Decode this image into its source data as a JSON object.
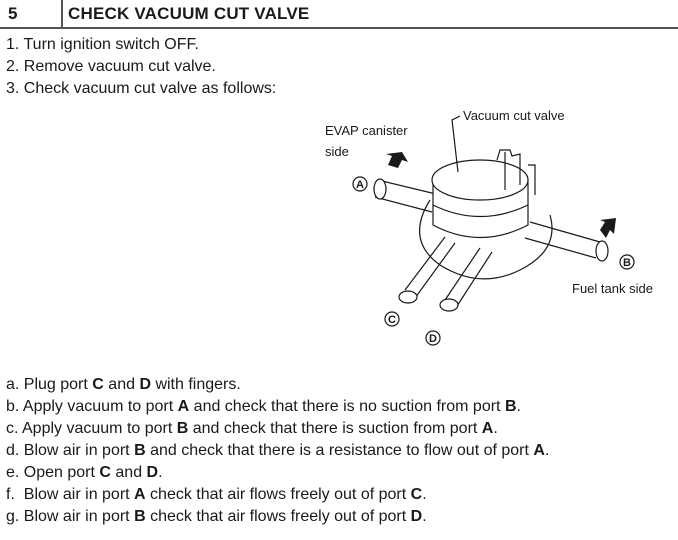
{
  "header": {
    "step": "5",
    "title": "CHECK VACUUM CUT VALVE"
  },
  "steps": [
    "1. Turn ignition switch OFF.",
    "2. Remove vacuum cut valve.",
    "3. Check vacuum cut valve as follows:"
  ],
  "diagram": {
    "label_valve": "Vacuum cut valve",
    "label_evap_1": "EVAP canister",
    "label_evap_2": "side",
    "label_fuel": "Fuel tank side",
    "ports": [
      "A",
      "B",
      "C",
      "D"
    ]
  },
  "checks": [
    {
      "prefix": "a. Plug port ",
      "b1": "C",
      "mid": " and ",
      "b2": "D",
      "suffix": " with fingers."
    },
    {
      "prefix": "b. Apply vacuum to port ",
      "b1": "A",
      "mid": " and check that there is no suction from port ",
      "b2": "B",
      "suffix": "."
    },
    {
      "prefix": "c. Apply vacuum to port ",
      "b1": "B",
      "mid": " and check that there is suction from port ",
      "b2": "A",
      "suffix": "."
    },
    {
      "prefix": "d. Blow air in port ",
      "b1": "B",
      "mid": " and check that there is a resistance to flow out of port ",
      "b2": "A",
      "suffix": "."
    },
    {
      "prefix": "e. Open port ",
      "b1": "C",
      "mid": " and ",
      "b2": "D",
      "suffix": "."
    },
    {
      "prefix": "f.  Blow air in port ",
      "b1": "A",
      "mid": " check that air flows freely out of port ",
      "b2": "C",
      "suffix": "."
    },
    {
      "prefix": "g. Blow air in port ",
      "b1": "B",
      "mid": " check that air flows freely out of port ",
      "b2": "D",
      "suffix": "."
    }
  ]
}
